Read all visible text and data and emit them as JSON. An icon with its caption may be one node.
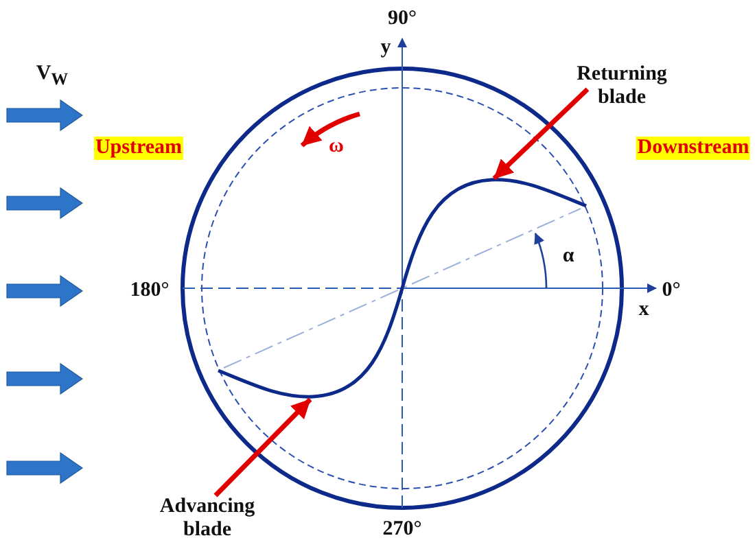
{
  "diagram": {
    "nodes": [
      {
        "text": [
          "Returning blade"
        ]
      },
      {
        "text": [],
        "shape": "curve"
      },
      {
        "text": [
          "Advancing blade"
        ]
      },
      {
        "text": [],
        "shape": "curve"
      }
    ],
    "edges": [
      {
        "from": 0,
        "to": 1,
        "arrow": "to"
      },
      {
        "from": 2,
        "to": 3,
        "arrow": "to"
      }
    ],
    "labels": [
      "90°",
      "y",
      "V$_{W}$",
      "Upstream",
      "ω",
      "Downstream",
      "α",
      "180°",
      "0°",
      "x",
      "270°"
    ]
  }
}
